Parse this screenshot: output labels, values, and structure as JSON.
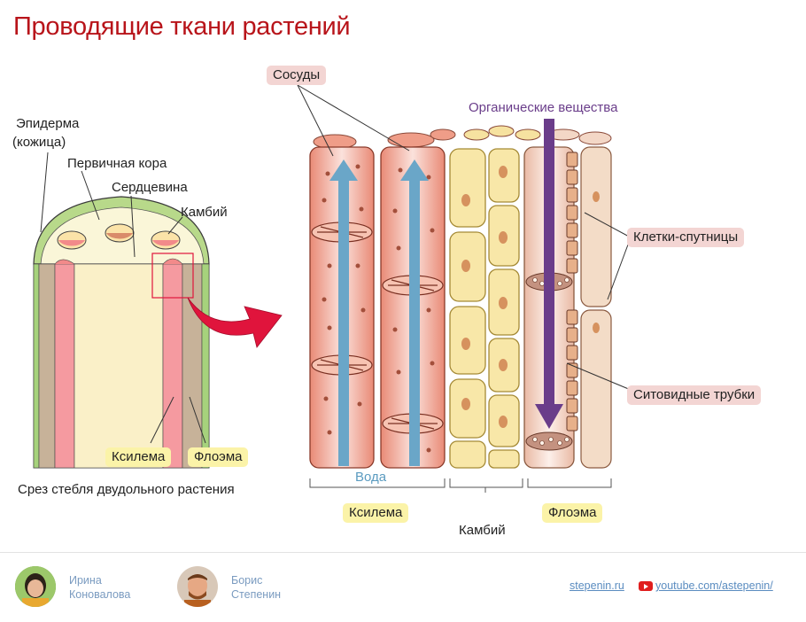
{
  "title": "Проводящие ткани растений",
  "labels": {
    "epidermis_1": "Эпидерма",
    "epidermis_2": "(кожица)",
    "cortex": "Первичная кора",
    "pith": "Сердцевина",
    "cambium_left": "Камбий",
    "xylem_left": "Ксилема",
    "phloem_left": "Флоэма",
    "caption": "Срез стебля двудольного растения",
    "vessels": "Сосуды",
    "organic": "Органические вещества",
    "companion": "Клетки-спутницы",
    "sieve": "Ситовидные трубки",
    "water": "Вода",
    "xylem_right": "Ксилема",
    "cambium_right": "Камбий",
    "phloem_right": "Флоэма"
  },
  "footer": {
    "author1_first": "Ирина",
    "author1_last": "Коновалова",
    "author2_first": "Борис",
    "author2_last": "Степенин",
    "site": "stepenin.ru",
    "youtube": "youtube.com/astepenin/"
  },
  "colors": {
    "title": "#b8141a",
    "xylem": "#f0a08c",
    "cambium": "#f6e2a0",
    "phloem": "#f3d7c6",
    "water_arrow": "#6aa6c8",
    "organic_arrow": "#6a3d8a",
    "red_arrow": "#e0143c"
  }
}
